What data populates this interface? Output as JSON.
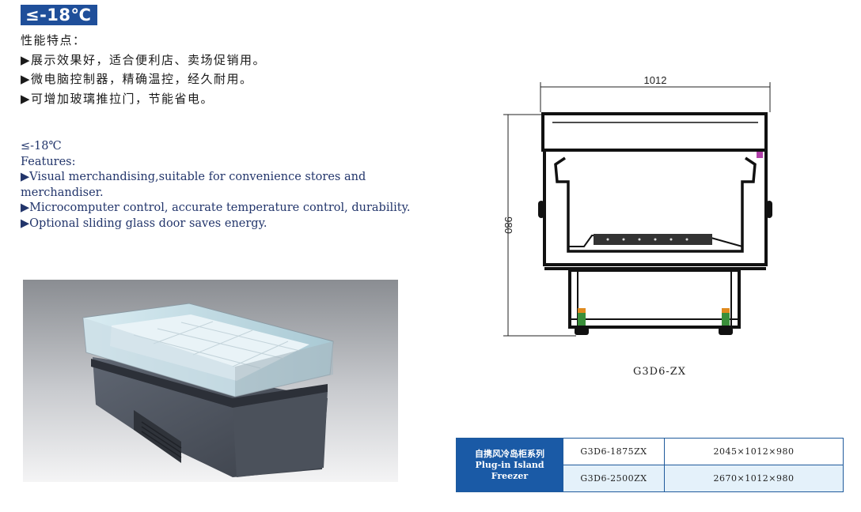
{
  "temperature_badge": "≤-18℃",
  "features_cn": {
    "heading": "性能特点：",
    "items": [
      "▶展示效果好，适合便利店、卖场促销用。",
      "▶微电脑控制器，精确温控，经久耐用。",
      "▶可增加玻璃推拉门，节能省电。"
    ]
  },
  "features_en": {
    "temperature": "≤-18℃",
    "heading": "Features:",
    "items": [
      "▶Visual merchandising,suitable for convenience stores and merchandiser.",
      "▶Microcomputer control, accurate temperature control, durability.",
      "▶Optional sliding glass door saves energy."
    ]
  },
  "drawing": {
    "width_dim": "1012",
    "height_dim": "980",
    "model_caption": "G3D6-ZX"
  },
  "spec_table": {
    "series_cn": "自携风冷岛柜系列",
    "series_en_line1": "Plug-in Island",
    "series_en_line2": "Freezer",
    "rows": [
      {
        "model": "G3D6-1875ZX",
        "dimensions": "2045×1012×980"
      },
      {
        "model": "G3D6-2500ZX",
        "dimensions": "2670×1012×980"
      }
    ]
  },
  "colors": {
    "badge_bg": "#1f4f9a",
    "table_header_bg": "#1a5aa6",
    "table_alt_row": "#e4f1fa"
  }
}
